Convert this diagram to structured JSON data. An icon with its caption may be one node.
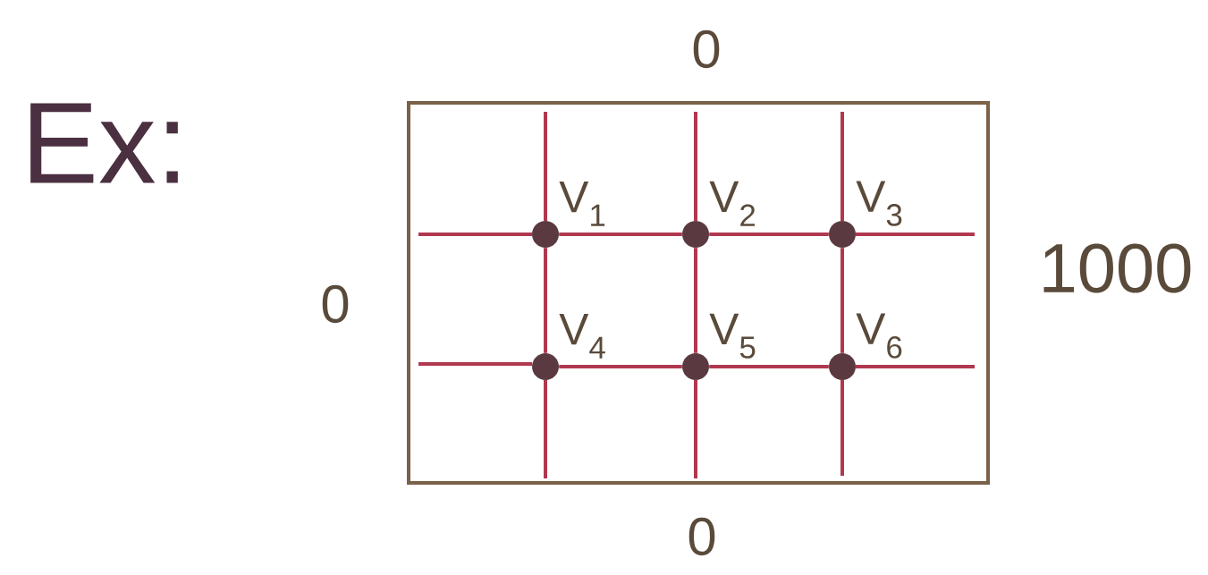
{
  "diagram": {
    "title": "Ex:",
    "nodes": [
      {
        "text": [],
        "shape": "box"
      },
      {
        "text": [],
        "shape": "circle",
        "in": 0,
        "beside": [
          "V$_{1}$"
        ]
      },
      {
        "text": [],
        "shape": "circle",
        "in": 0,
        "beside": [
          "V$_{2}$"
        ]
      },
      {
        "text": [],
        "shape": "circle",
        "in": 0,
        "beside": [
          "V$_{3}$"
        ]
      },
      {
        "text": [],
        "shape": "circle",
        "in": 0,
        "beside": [
          "V$_{4}$"
        ]
      },
      {
        "text": [],
        "shape": "circle",
        "in": 0,
        "beside": [
          "V$_{5}$"
        ]
      },
      {
        "text": [],
        "shape": "circle",
        "in": 0,
        "beside": [
          "V$_{6}$"
        ]
      }
    ],
    "edges": [
      {
        "from": 1,
        "to": 2,
        "arrow": "none"
      },
      {
        "from": 2,
        "to": 3,
        "arrow": "none"
      },
      {
        "from": 4,
        "to": 5,
        "arrow": "none"
      },
      {
        "from": 5,
        "to": 6,
        "arrow": "none"
      },
      {
        "from": 1,
        "to": 4,
        "arrow": "none"
      },
      {
        "from": 2,
        "to": 5,
        "arrow": "none"
      },
      {
        "from": 3,
        "to": 6,
        "arrow": "none"
      }
    ],
    "labels": [
      "0",
      "0",
      "1000",
      "0"
    ]
  }
}
